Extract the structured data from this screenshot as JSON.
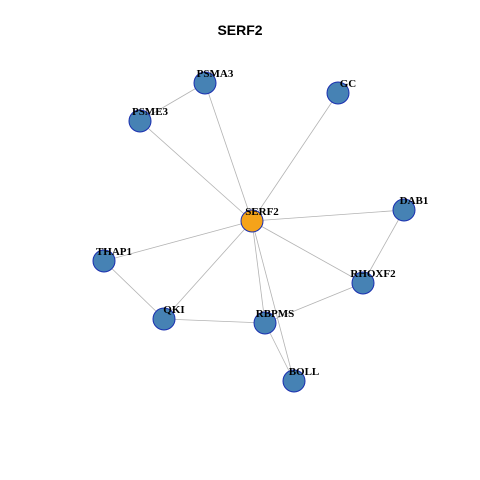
{
  "title": "SERF2",
  "colors": {
    "center_node": "#f5a31a",
    "neighbor_node": "#4682b4",
    "node_border": "#1a2fb0",
    "edge": "#b3b3b3"
  },
  "nodes": [
    {
      "id": "SERF2",
      "label": "SERF2",
      "role": "center"
    },
    {
      "id": "PSMA3",
      "label": "PSMA3",
      "role": "neighbor"
    },
    {
      "id": "GC",
      "label": "GC",
      "role": "neighbor"
    },
    {
      "id": "PSME3",
      "label": "PSME3",
      "role": "neighbor"
    },
    {
      "id": "DAB1",
      "label": "DAB1",
      "role": "neighbor"
    },
    {
      "id": "THAP1",
      "label": "THAP1",
      "role": "neighbor"
    },
    {
      "id": "RHOXF2",
      "label": "RHOXF2",
      "role": "neighbor"
    },
    {
      "id": "QKI",
      "label": "QKI",
      "role": "neighbor"
    },
    {
      "id": "RBPMS",
      "label": "RBPMS",
      "role": "neighbor"
    },
    {
      "id": "BOLL",
      "label": "BOLL",
      "role": "neighbor"
    }
  ],
  "edges": [
    [
      "SERF2",
      "PSMA3"
    ],
    [
      "SERF2",
      "PSME3"
    ],
    [
      "SERF2",
      "GC"
    ],
    [
      "SERF2",
      "DAB1"
    ],
    [
      "SERF2",
      "THAP1"
    ],
    [
      "SERF2",
      "RHOXF2"
    ],
    [
      "SERF2",
      "QKI"
    ],
    [
      "SERF2",
      "RBPMS"
    ],
    [
      "SERF2",
      "BOLL"
    ],
    [
      "PSMA3",
      "PSME3"
    ],
    [
      "DAB1",
      "RHOXF2"
    ],
    [
      "THAP1",
      "QKI"
    ],
    [
      "QKI",
      "RBPMS"
    ],
    [
      "RBPMS",
      "RHOXF2"
    ],
    [
      "RBPMS",
      "BOLL"
    ]
  ]
}
